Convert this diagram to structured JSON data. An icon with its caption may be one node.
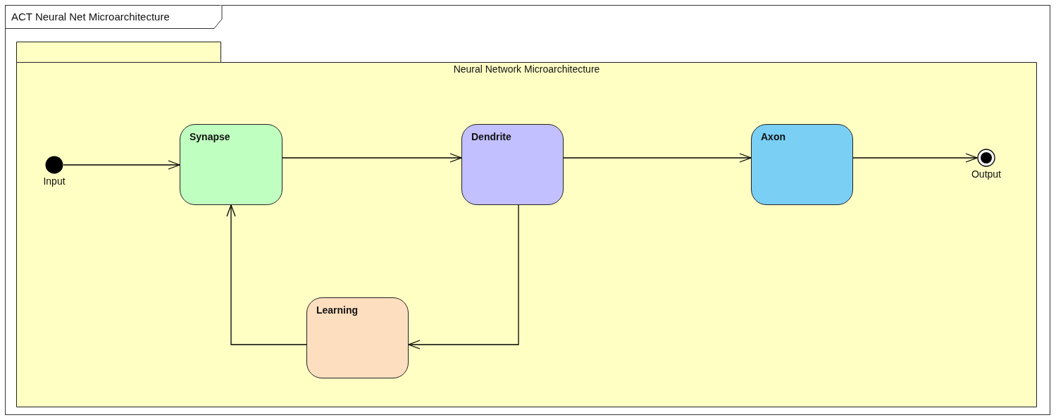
{
  "diagram": {
    "title": "ACT Neural Net Microarchitecture",
    "nodes": [
      {
        "text": [
          "Neural Network Microarchitecture"
        ]
      },
      {
        "text": [],
        "shape": "circle",
        "beside": [
          "Input"
        ],
        "in": 0
      },
      {
        "text": [
          "Synapse"
        ],
        "in": 0
      },
      {
        "text": [
          "Dendrite"
        ],
        "in": 0
      },
      {
        "text": [
          "Axon"
        ],
        "in": 0
      },
      {
        "text": [],
        "shape": "circle",
        "beside": [
          "Output"
        ],
        "in": 0
      },
      {
        "text": [
          "Learning"
        ],
        "in": 0
      }
    ],
    "edges": [
      {
        "from": 1,
        "to": 2,
        "arrow": "to"
      },
      {
        "from": 2,
        "to": 3,
        "arrow": "to"
      },
      {
        "from": 3,
        "to": 4,
        "arrow": "to"
      },
      {
        "from": 4,
        "to": 5,
        "arrow": "to"
      },
      {
        "from": 3,
        "to": 6,
        "arrow": "to"
      },
      {
        "from": 6,
        "to": 2,
        "arrow": "to"
      }
    ]
  }
}
